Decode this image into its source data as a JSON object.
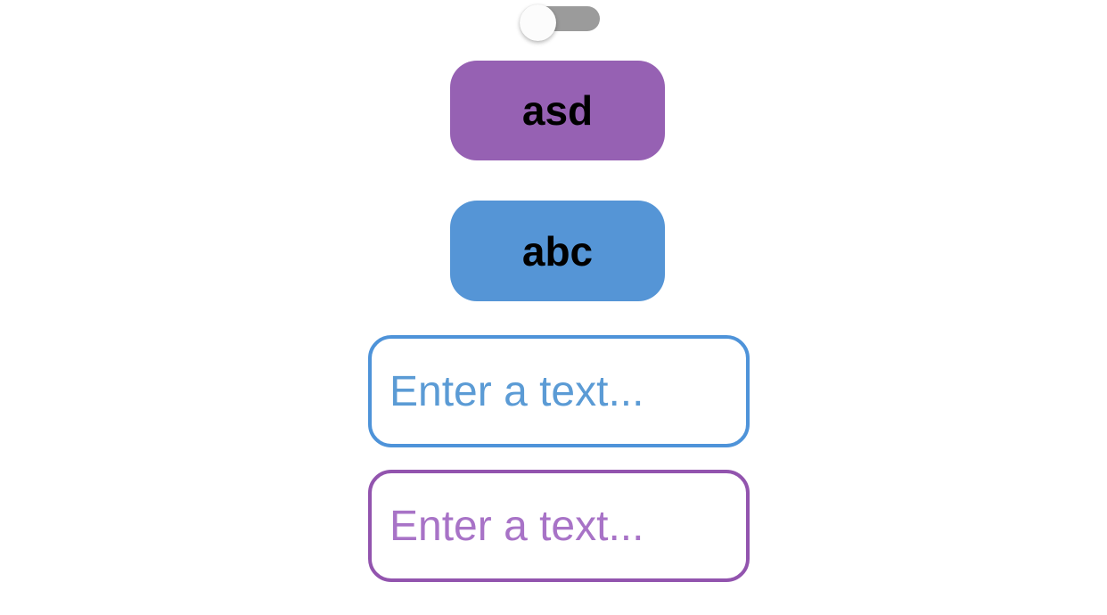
{
  "page": {
    "background_color": "#ffffff"
  },
  "toggle": {
    "state": "off",
    "checked": false,
    "track_color": "#9b9b9b",
    "knob_color": "#fcfcfc"
  },
  "buttons": [
    {
      "label": "asd",
      "background_color": "#9661b3",
      "text_color": "#000000"
    },
    {
      "label": "abc",
      "background_color": "#5595d6",
      "text_color": "#000000"
    }
  ],
  "inputs": [
    {
      "placeholder": "Enter a text...",
      "value": "",
      "border_color": "#4e93d9",
      "placeholder_color": "#5b9bd5"
    },
    {
      "placeholder": "Enter a text...",
      "value": "",
      "border_color": "#9254ae",
      "placeholder_color": "#a873c7"
    }
  ]
}
